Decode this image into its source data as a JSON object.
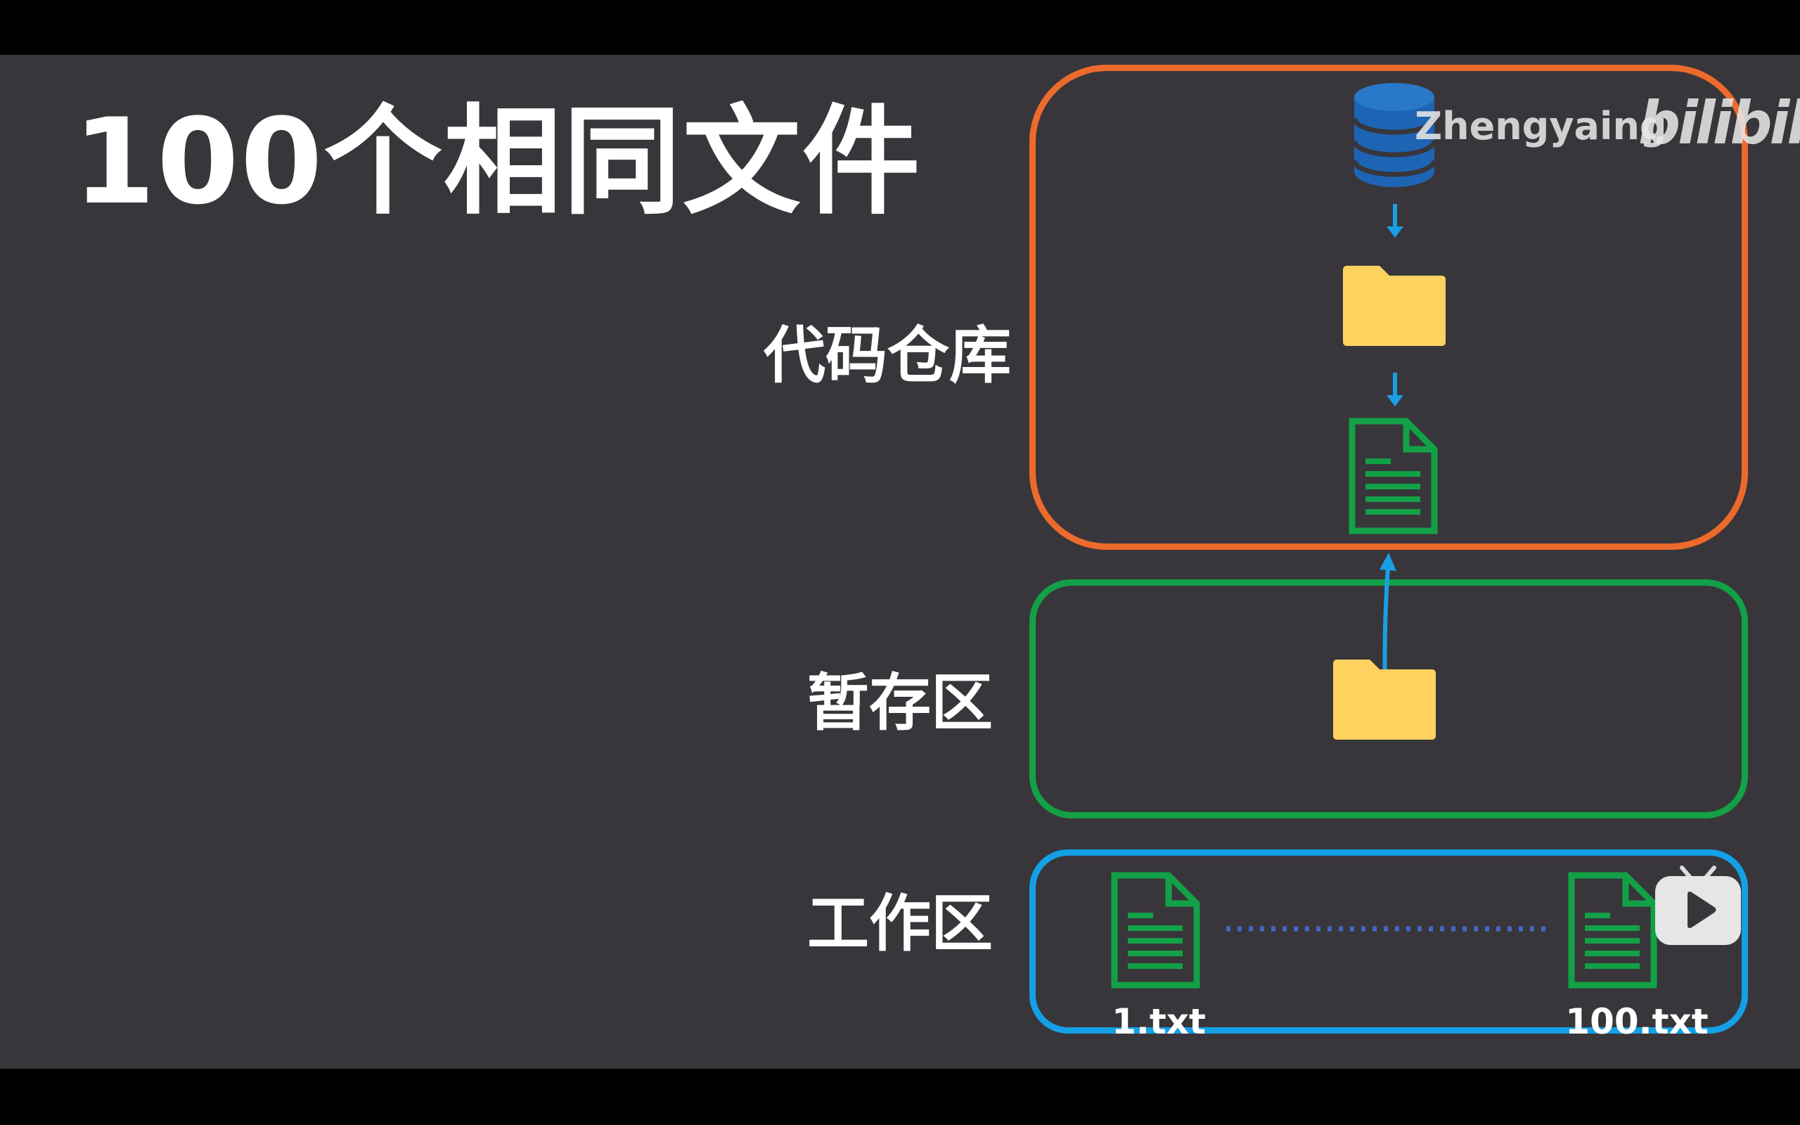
{
  "title": "100个相同文件",
  "zones": {
    "repository": {
      "label": "代码仓库",
      "color": "#ec6a2c"
    },
    "staging": {
      "label": "暂存区",
      "color": "#12a146"
    },
    "working": {
      "label": "工作区",
      "color": "#14a0e6"
    }
  },
  "working_files": {
    "first": "1.txt",
    "last": "100.txt"
  },
  "watermark": {
    "author": "Zhengyaing",
    "logo": "bilibili"
  },
  "icons": {
    "database": "database-icon",
    "folder": "folder-icon",
    "document": "document-icon",
    "play": "play-icon"
  },
  "colors": {
    "background": "#38363a",
    "folder": "#fed25f",
    "document": "#12a146",
    "database": "#1e64b4",
    "arrow": "#1a9ee6",
    "dotted_line": "#4468c8"
  }
}
